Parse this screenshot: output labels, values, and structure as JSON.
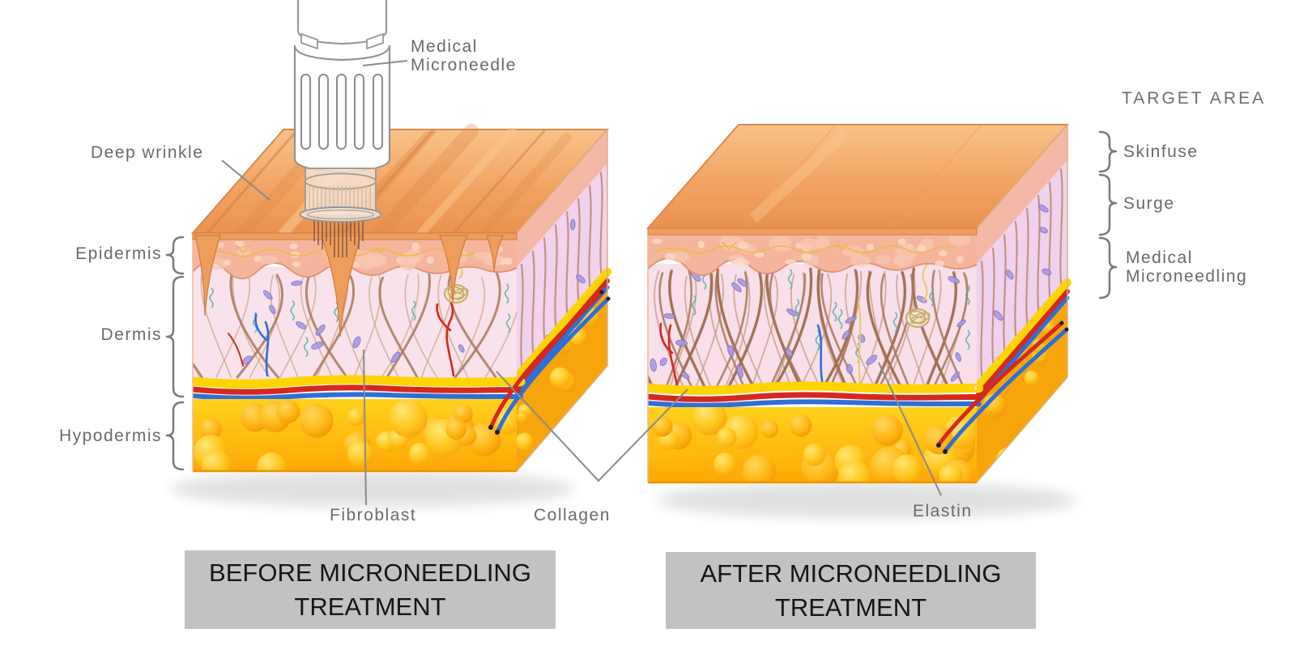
{
  "labels": {
    "medical_microneedle": {
      "line1": "Medical",
      "line2": "Microneedle"
    },
    "deep_wrinkle": "Deep wrinkle",
    "epidermis": "Epidermis",
    "dermis": "Dermis",
    "hypodermis": "Hypodermis",
    "fibroblast": "Fibroblast",
    "collagen": "Collagen",
    "elastin": "Elastin"
  },
  "target_area": {
    "title": "TARGET AREA",
    "skinfuse": "Skinfuse",
    "surge": "Surge",
    "medical_microneedling": {
      "line1": "Medical",
      "line2": "Microneedling"
    }
  },
  "banners": {
    "before": {
      "line1": "BEFORE MICRONEEDLING",
      "line2": "TREATMENT"
    },
    "after": {
      "line1": "AFTER MICRONEEDLING",
      "line2": "TREATMENT"
    }
  },
  "colors": {
    "skin_surface": "#f2a567",
    "epidermis": "#f5b59d",
    "dermis_front": "#f9e2eb",
    "dermis_side": "#f1d3ee",
    "hypodermis_fat": "#ffb90e",
    "vessel_yellow": "#ffd400",
    "vessel_red": "#d6281e",
    "vessel_blue": "#2f6fd6",
    "collagen_fiber": "#aa785c",
    "fibroblast_cell": "#a79ae0",
    "elastin_squiggle": "#55b0a6",
    "banner_background": "#c2c2c2",
    "banner_text": "#161616",
    "label_text": "#6a6a6a"
  }
}
